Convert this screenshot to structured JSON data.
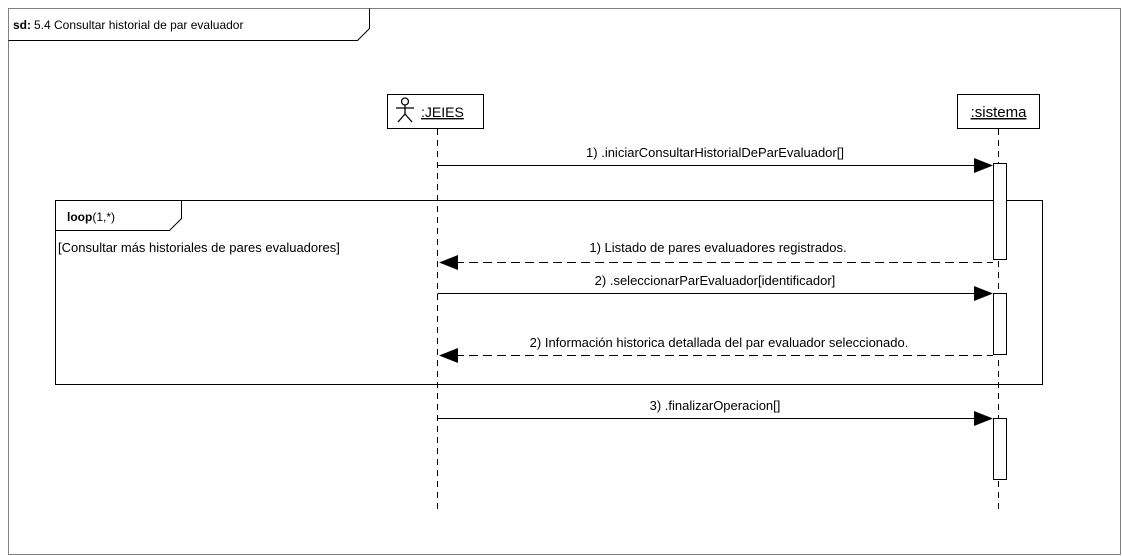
{
  "frame": {
    "keyword": "sd:",
    "title": "5.4 Consultar historial de par evaluador"
  },
  "lifelines": [
    {
      "id": "jeies",
      "label": ":JEIES",
      "kind": "actor"
    },
    {
      "id": "sistema",
      "label": ":sistema",
      "kind": "object"
    }
  ],
  "fragment": {
    "operator": "loop",
    "params": "(1,*)",
    "guard": "[Consultar más historiales de pares evaluadores]"
  },
  "messages": [
    {
      "label": "1) .iniciarConsultarHistorialDeParEvaluador[]",
      "kind": "call"
    },
    {
      "label": "1) Listado de pares evaluadores registrados.",
      "kind": "return"
    },
    {
      "label": "2) .seleccionarParEvaluador[identificador]",
      "kind": "call"
    },
    {
      "label": "2) Información historica detallada del par evaluador seleccionado.",
      "kind": "return"
    },
    {
      "label": "3) .finalizarOperacion[]",
      "kind": "call"
    }
  ]
}
